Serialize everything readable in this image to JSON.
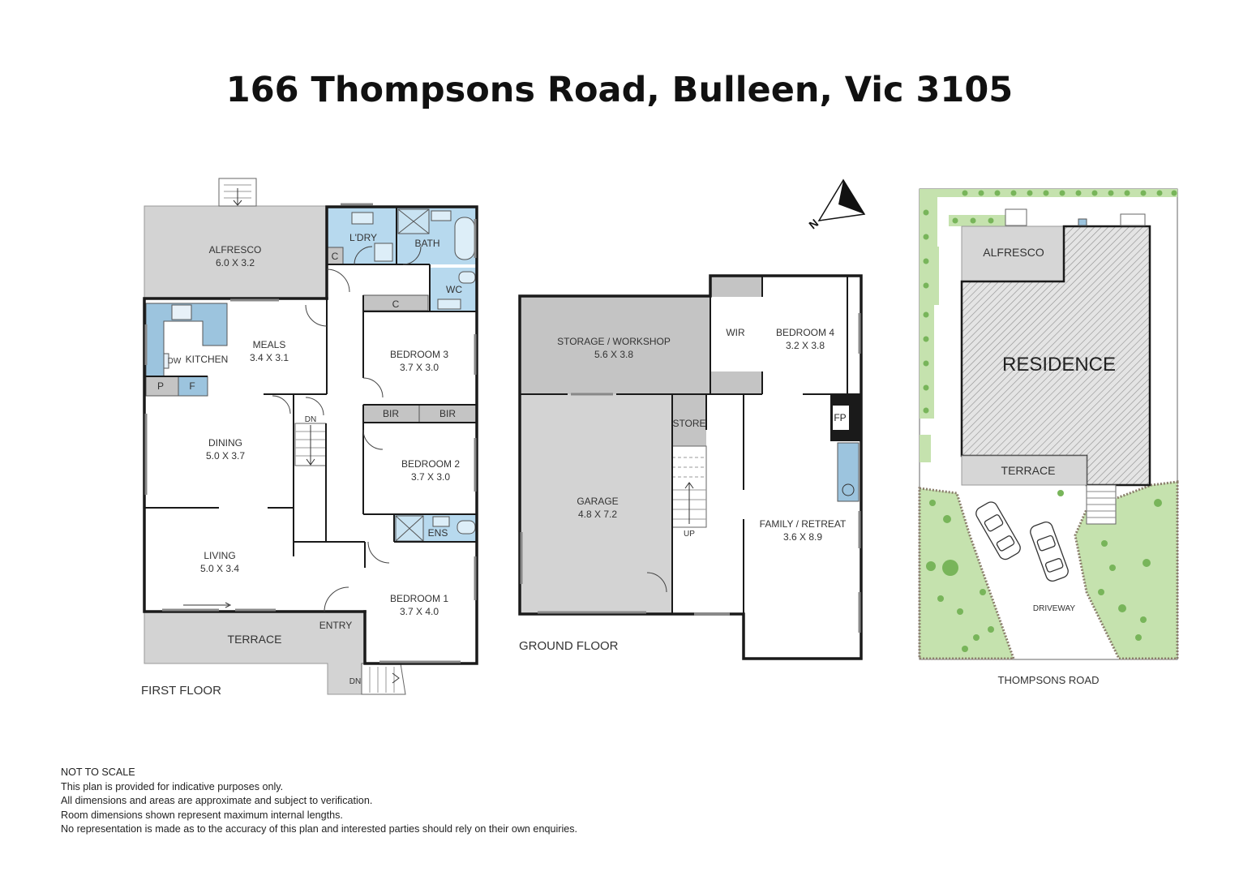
{
  "title": "166 Thompsons Road, Bulleen, Vic 3105",
  "colors": {
    "wall": "#1a1a1a",
    "outdoor_grey": "#d3d3d3",
    "dark_grey": "#c4c4c4",
    "wet_blue": "#b7d9ee",
    "bench_blue": "#9cc4de",
    "lawn_green": "#c5e2ae",
    "shrub_green": "#78b55a",
    "rockery_brown": "#8a7d6b"
  },
  "first_floor": {
    "label": "FIRST FLOOR",
    "rooms": {
      "alfresco": {
        "name": "ALFRESCO",
        "dims": "6.0 X 3.2"
      },
      "ldry": {
        "name": "L'DRY"
      },
      "bath": {
        "name": "BATH"
      },
      "wc": {
        "name": "WC"
      },
      "linen_1": {
        "name": "C"
      },
      "linen_2": {
        "name": "C"
      },
      "kitchen": {
        "name": "KITCHEN"
      },
      "dw": {
        "name": "DW"
      },
      "pantry": {
        "name": "P"
      },
      "fridge": {
        "name": "F"
      },
      "meals": {
        "name": "MEALS",
        "dims": "3.4 X 3.1"
      },
      "bedroom3": {
        "name": "BEDROOM 3",
        "dims": "3.7 X 3.0"
      },
      "bir_1": {
        "name": "BIR"
      },
      "bir_2": {
        "name": "BIR"
      },
      "dining": {
        "name": "DINING",
        "dims": "5.0 X 3.7"
      },
      "bedroom2": {
        "name": "BEDROOM 2",
        "dims": "3.7 X 3.0"
      },
      "ens": {
        "name": "ENS"
      },
      "living": {
        "name": "LIVING",
        "dims": "5.0 X 3.4"
      },
      "bedroom1": {
        "name": "BEDROOM 1",
        "dims": "3.7 X 4.0"
      },
      "terrace": {
        "name": "TERRACE"
      },
      "entry": {
        "name": "ENTRY"
      },
      "stair_dn": {
        "name": "DN"
      },
      "entry_stair_dn": {
        "name": "DN"
      }
    }
  },
  "ground_floor": {
    "label": "GROUND FLOOR",
    "rooms": {
      "storage": {
        "name": "STORAGE / WORKSHOP",
        "dims": "5.6 X 3.8"
      },
      "wir": {
        "name": "WIR"
      },
      "bedroom4": {
        "name": "BEDROOM 4",
        "dims": "3.2 X 3.8"
      },
      "store": {
        "name": "STORE"
      },
      "fp": {
        "name": "FP"
      },
      "garage": {
        "name": "GARAGE",
        "dims": "4.8 X 7.2"
      },
      "family": {
        "name": "FAMILY / RETREAT",
        "dims": "3.6 X 8.9"
      },
      "stair_up": {
        "name": "UP"
      }
    }
  },
  "compass": {
    "label": "N"
  },
  "site_plan": {
    "alfresco": "ALFRESCO",
    "residence": "RESIDENCE",
    "terrace": "TERRACE",
    "driveway": "DRIVEWAY",
    "street": "THOMPSONS ROAD"
  },
  "disclaimer": [
    "NOT TO SCALE",
    "This plan is provided for indicative purposes only.",
    "All dimensions and areas are approximate and subject to verification.",
    "Room dimensions shown represent maximum internal lengths.",
    "No representation is made as to the accuracy of this plan and interested parties should rely on their own enquiries."
  ]
}
